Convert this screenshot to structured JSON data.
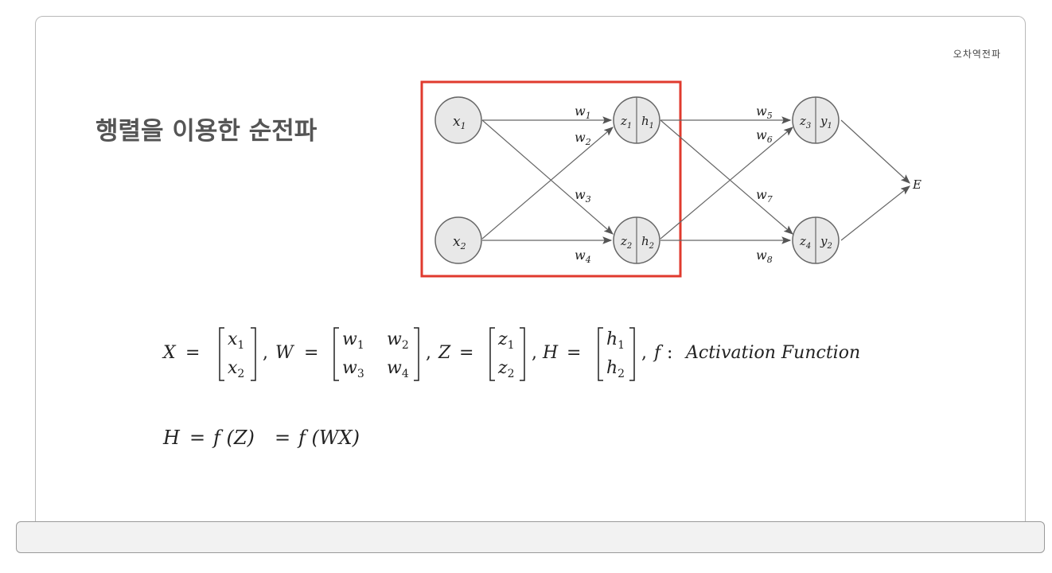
{
  "section_tag": "오차역전파",
  "title": "행렬을 이용한 순전파",
  "diagram": {
    "input_nodes": [
      {
        "var": "x",
        "sub": "1"
      },
      {
        "var": "x",
        "sub": "2"
      }
    ],
    "hidden_nodes": [
      {
        "z": "z",
        "z_sub": "1",
        "h": "h",
        "h_sub": "1"
      },
      {
        "z": "z",
        "z_sub": "2",
        "h": "h",
        "h_sub": "2"
      }
    ],
    "output_nodes": [
      {
        "z": "z",
        "z_sub": "3",
        "y": "y",
        "y_sub": "1"
      },
      {
        "z": "z",
        "z_sub": "4",
        "y": "y",
        "y_sub": "2"
      }
    ],
    "error_node": "E",
    "weights": [
      {
        "var": "w",
        "sub": "1"
      },
      {
        "var": "w",
        "sub": "2"
      },
      {
        "var": "w",
        "sub": "3"
      },
      {
        "var": "w",
        "sub": "4"
      },
      {
        "var": "w",
        "sub": "5"
      },
      {
        "var": "w",
        "sub": "6"
      },
      {
        "var": "w",
        "sub": "7"
      },
      {
        "var": "w",
        "sub": "8"
      }
    ],
    "highlight_color": "#e03a2e"
  },
  "equations": {
    "X": "X",
    "W": "W",
    "Z": "Z",
    "H": "H",
    "f": "f",
    "activation_label": "Activation Function",
    "eq2_lhs": "H",
    "eq2_mid": "f (Z)",
    "eq2_rhs": "f (WX)"
  }
}
